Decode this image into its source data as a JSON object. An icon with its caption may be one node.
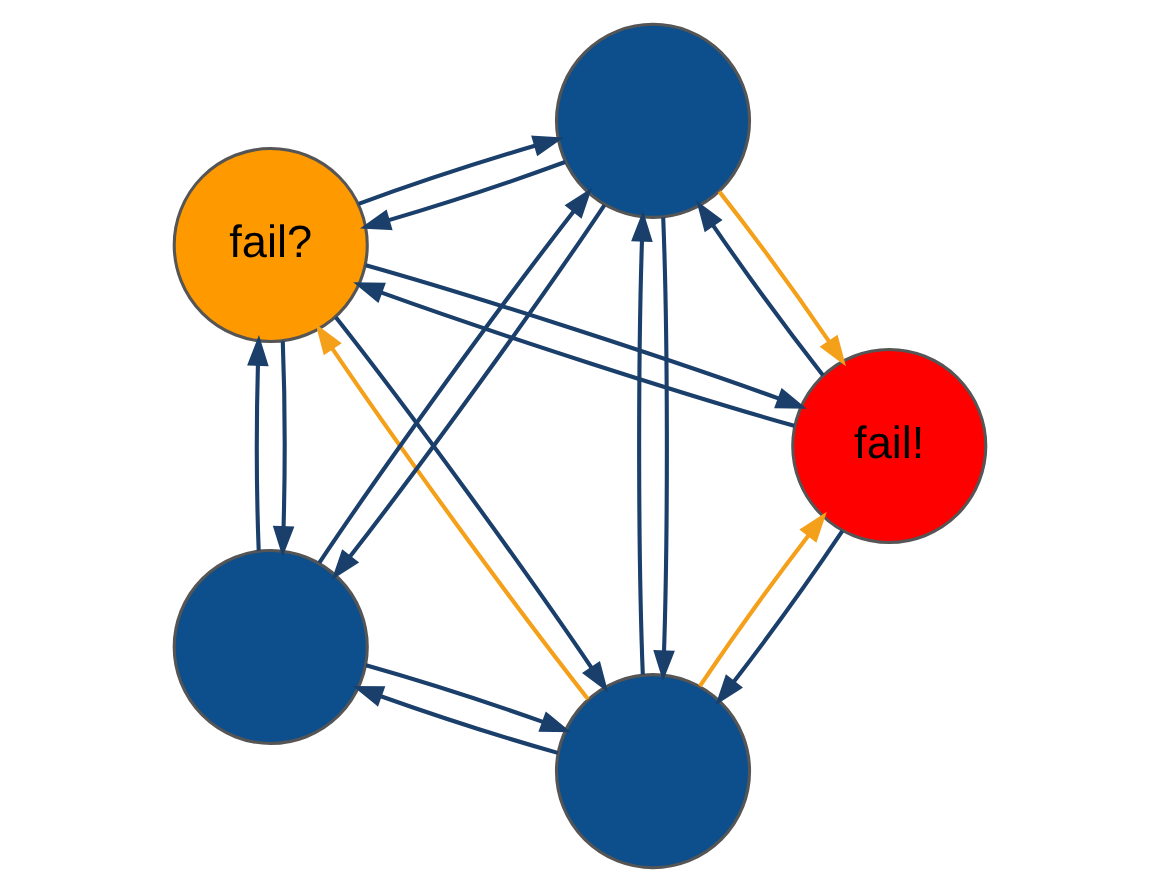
{
  "diagram": {
    "nodes": [
      {
        "text": [],
        "shape": "circle"
      },
      {
        "text": [
          "fail?"
        ]
      },
      {
        "text": [
          "fail!"
        ]
      },
      {
        "text": [],
        "shape": "circle"
      },
      {
        "text": [],
        "shape": "circle"
      }
    ],
    "edges": [
      {
        "from": 1,
        "to": 0,
        "arrow": "to"
      },
      {
        "from": 0,
        "to": 1,
        "arrow": "to",
        "color": "#f5a01a"
      },
      {
        "from": 3,
        "to": 0,
        "arrow": "to"
      },
      {
        "from": 0,
        "to": 3,
        "arrow": "to"
      },
      {
        "from": 0,
        "to": 2,
        "arrow": "to",
        "color": "#f5a01a"
      },
      {
        "from": 2,
        "to": 0,
        "arrow": "to"
      },
      {
        "from": 0,
        "to": 4,
        "arrow": "to"
      },
      {
        "from": 4,
        "to": 0,
        "arrow": "to"
      },
      {
        "from": 3,
        "to": 1,
        "arrow": "to"
      },
      {
        "from": 1,
        "to": 3,
        "arrow": "to"
      },
      {
        "from": 4,
        "to": 1,
        "arrow": "to"
      },
      {
        "from": 1,
        "to": 4,
        "arrow": "to"
      },
      {
        "from": 1,
        "to": 2,
        "arrow": "to"
      },
      {
        "from": 2,
        "to": 1,
        "arrow": "to"
      },
      {
        "from": 3,
        "to": 4,
        "arrow": "to"
      },
      {
        "from": 4,
        "to": 3,
        "arrow": "to"
      },
      {
        "from": 4,
        "to": 2,
        "arrow": "to",
        "color": "#f5a01a"
      },
      {
        "from": 2,
        "to": 4,
        "arrow": "to"
      }
    ]
  }
}
